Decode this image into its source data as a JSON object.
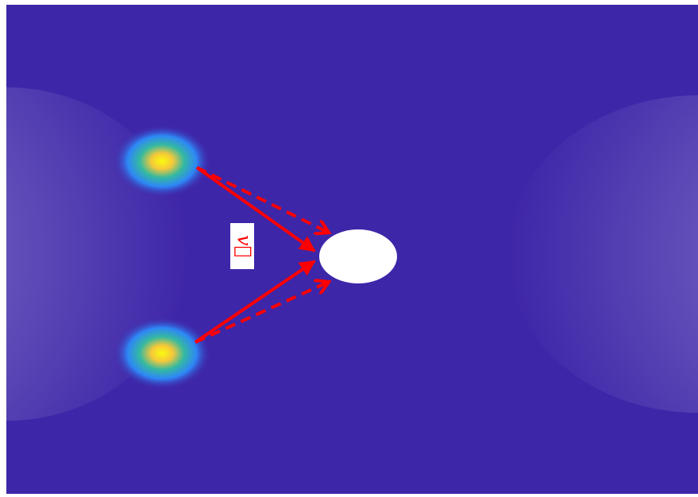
{
  "figure": {
    "label_text": "v⃗",
    "colors": {
      "background": "#3e26a8",
      "fringe": "#ffffff",
      "arrow": "#ff0000",
      "obstacle": "#ffffff",
      "blob_core": "#f9fb0e",
      "blob_mid": "#35b9a0",
      "blob_outer": "#2e87f7"
    },
    "elements": {
      "blobs": [
        "upper-gaussian-blob",
        "lower-gaussian-blob"
      ],
      "obstacle": "white-ellipse-obstacle",
      "arrows": [
        "solid-arrow-upper",
        "dashed-arrow-upper",
        "solid-arrow-lower",
        "dashed-arrow-lower"
      ]
    }
  }
}
